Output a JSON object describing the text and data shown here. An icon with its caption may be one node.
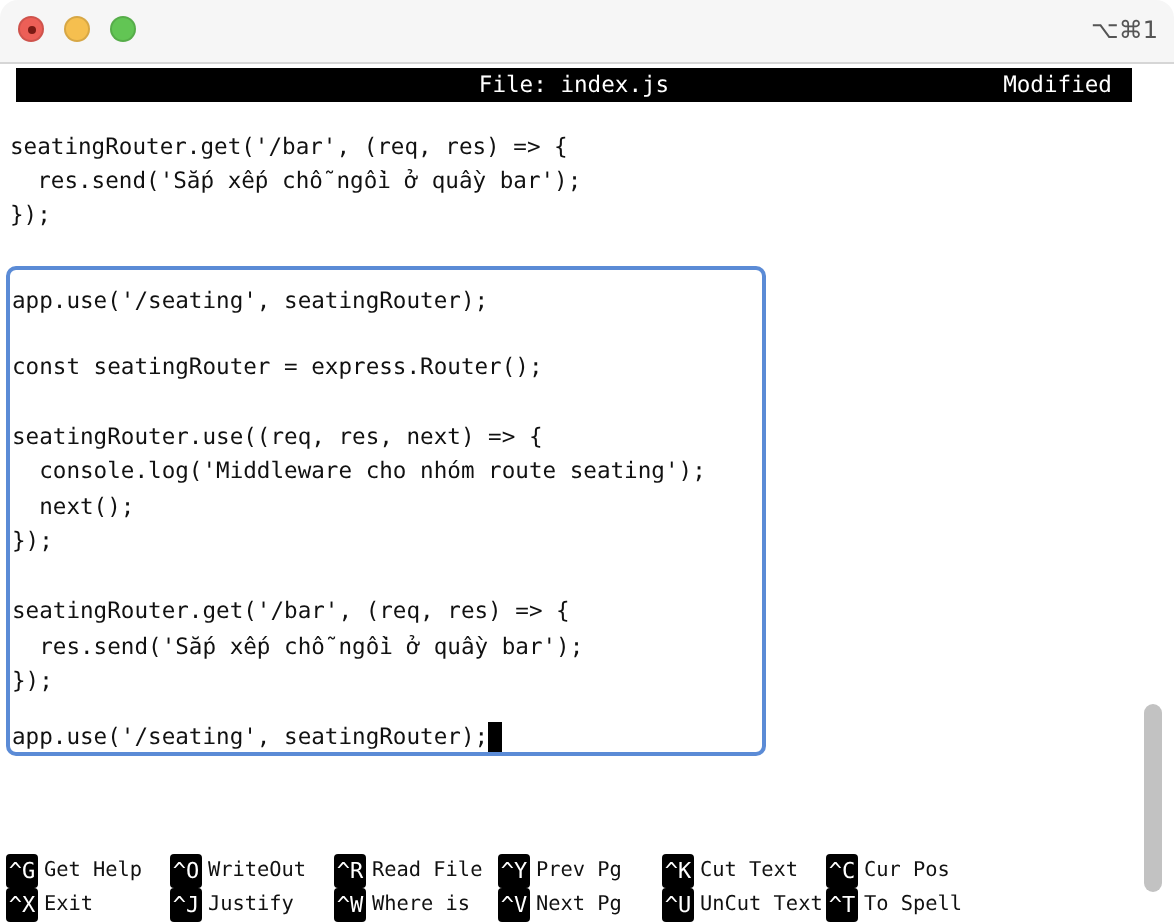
{
  "diagram": {
    "nodes": [
      {
        "text": [
          "app.use('/seating', seatingRouter);",
          "const seatingRouter = express.Router();",
          "seatingRouter.use((req, res, next) => {",
          "  console.log('Middleware cho nhóm route seating');",
          "  next();",
          "});",
          "seatingRouter.get('/bar', (req, res) => {",
          "  res.send('Sắp xếp chỗ ngồi ở quầy bar');",
          "});",
          "app.use('/seating', seatingRouter);"
        ]
      }
    ],
    "labels": [
      "⌥⌘1",
      "File: index.js",
      "Modified",
      "seatingRouter.get('/bar', (req, res) => {",
      "  res.send('Sắp xếp chỗ ngồi ở quầy bar');",
      "});",
      "^G",
      "Get Help",
      "^O",
      "WriteOut",
      "^R",
      "Read File",
      "^Y",
      "Prev Pg",
      "^K",
      "Cut Text",
      "^C",
      "Cur Pos",
      "^X",
      "Exit",
      "^J",
      "Justify",
      "^W",
      "Where is",
      "^V",
      "Next Pg",
      "^U",
      "UnCut Text",
      "^T",
      "To Spell"
    ]
  }
}
